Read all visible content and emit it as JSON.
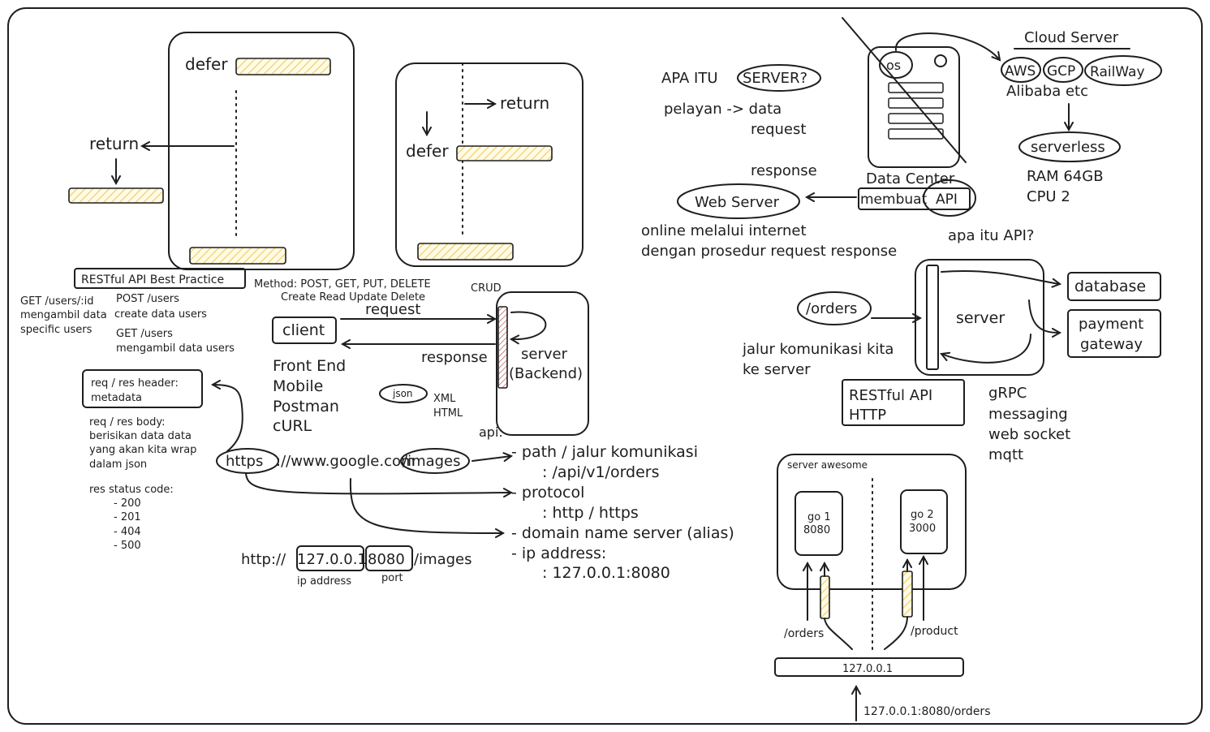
{
  "defer_left": {
    "defer": "defer",
    "return": "return"
  },
  "defer_right": {
    "return": "return",
    "defer": "defer"
  },
  "restful_title": "RESTful API Best Practice",
  "methods": {
    "line1": "Method: POST, GET, PUT, DELETE",
    "line2": "Create   Read  Update  Delete",
    "crud": "CRUD"
  },
  "endpoints": {
    "get_id": "GET /users/:id",
    "get_id_desc1": "mengambil data",
    "get_id_desc2": "specific users",
    "post": "POST   /users",
    "post_desc": "create data users",
    "get": "GET /users",
    "get_desc": "mengambil data users"
  },
  "client_server": {
    "client": "client",
    "request": "request",
    "response": "response",
    "server": "server",
    "backend": "(Backend)",
    "clients": [
      "Front End",
      "Mobile",
      "Postman",
      "cURL"
    ],
    "json": "json",
    "xml": "XML",
    "html": "HTML",
    "api": "api:"
  },
  "header_notes": {
    "header1": "req / res header:",
    "header2": "metadata",
    "body1": "req / res body:",
    "body2": "berisikan data data",
    "body3": "yang akan kita wrap",
    "body4": "dalam json",
    "status_title": "res status code:",
    "status_codes": [
      "- 200",
      "- 201",
      "- 404",
      "- 500"
    ]
  },
  "url": {
    "https": "https",
    "mid": "://www.google.com",
    "images": "/images",
    "path": "- path / jalur komunikasi",
    "path_val": ": /api/v1/orders",
    "protocol": "- protocol",
    "protocol_val": ": http / https",
    "dns": "- domain name server (alias)",
    "ip": "- ip address:",
    "ip_val": ": 127.0.0.1:8080",
    "http": "http://",
    "ip_addr": "127.0.0.1",
    "port": "8080",
    "path2": "/images",
    "ip_label": "ip address",
    "port_label": "port"
  },
  "server_def": {
    "apa": "APA ITU",
    "server_q": "SERVER?",
    "pelayan": "pelayan -> data",
    "request": "request",
    "response": "response",
    "web_server": "Web Server",
    "online1": "online melalui internet",
    "online2": "dengan prosedur request response",
    "os": "os",
    "data_center": "Data Center",
    "membuat": "membuat",
    "api": "API",
    "apa_api": "apa itu API?"
  },
  "cloud": {
    "title": "Cloud Server",
    "aws": "AWS",
    "gcp": "GCP",
    "railway": "RailWay",
    "alibaba": "Alibaba etc",
    "serverless": "serverless",
    "ram": "RAM 64GB",
    "cpu": "CPU 2"
  },
  "orders_server": {
    "orders": "/orders",
    "server": "server",
    "database": "database",
    "payment1": "payment",
    "payment2": "gateway",
    "jalur1": "jalur komunikasi kita",
    "jalur2": "ke server",
    "restful": "RESTful API",
    "http": "HTTP",
    "protocols": [
      "gRPC",
      "messaging",
      "web socket",
      "mqtt"
    ]
  },
  "awesome": {
    "title": "server awesome",
    "go1_name": "go 1",
    "go1_port": "8080",
    "go2_name": "go 2",
    "go2_port": "3000",
    "orders": "/orders",
    "product": "/product",
    "localhost": "127.0.0.1",
    "url": "127.0.0.1:8080/orders"
  }
}
